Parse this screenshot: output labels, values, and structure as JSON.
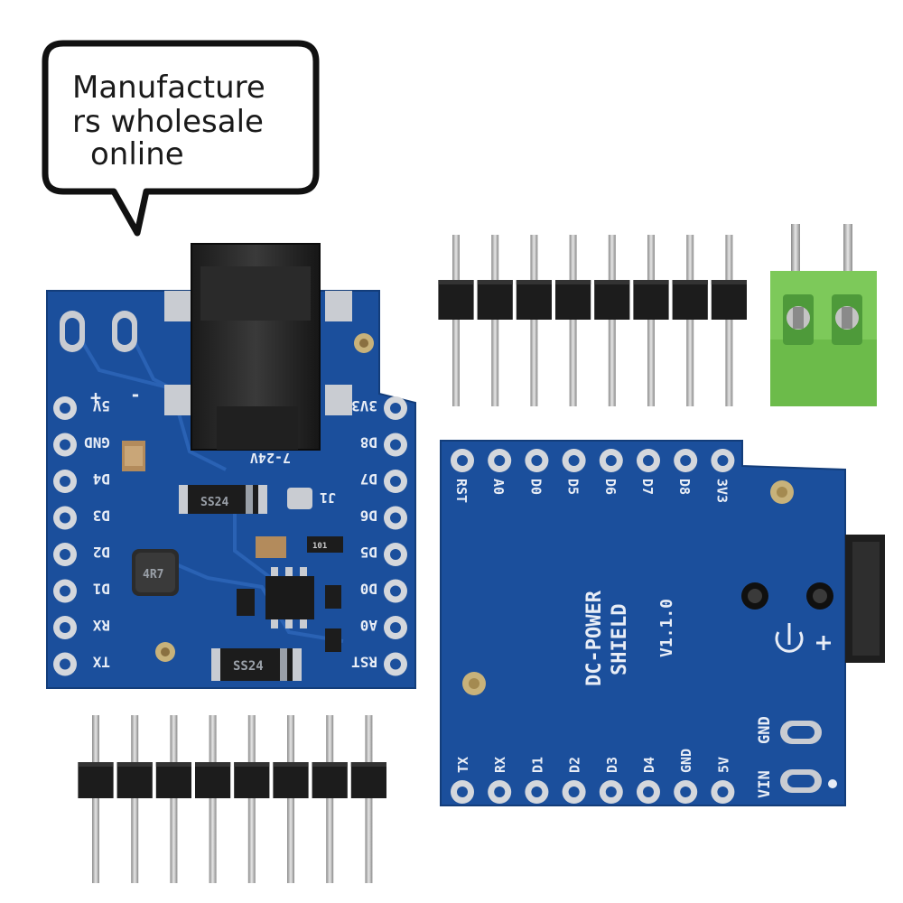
{
  "bubble": {
    "lines": [
      "Manufacture",
      "rs wholesale",
      "online"
    ]
  },
  "left_board": {
    "left_pins": [
      "5V",
      "GND",
      "D4",
      "D3",
      "D2",
      "D1",
      "RX",
      "TX"
    ],
    "right_pins": [
      "3V3",
      "D8",
      "D7",
      "D6",
      "D5",
      "D0",
      "A0",
      "RST"
    ],
    "plus_label": "+",
    "minus_label": "-",
    "voltage_label": "7-24V",
    "jack_label": "J1",
    "diode_top": "SS24",
    "diode_bottom": "SS24",
    "inductor": "4R7",
    "resistor": "101"
  },
  "right_board": {
    "top_pins": [
      "RST",
      "A0",
      "D0",
      "D5",
      "D6",
      "D7",
      "D8",
      "3V3"
    ],
    "bottom_pins": [
      "TX",
      "RX",
      "D1",
      "D2",
      "D3",
      "D4",
      "GND",
      "5V"
    ],
    "title_line1": "DC-POWER",
    "title_line2": "SHIELD",
    "version": "V1.1.0",
    "gnd_label": "GND",
    "vin_label": "VIN"
  }
}
